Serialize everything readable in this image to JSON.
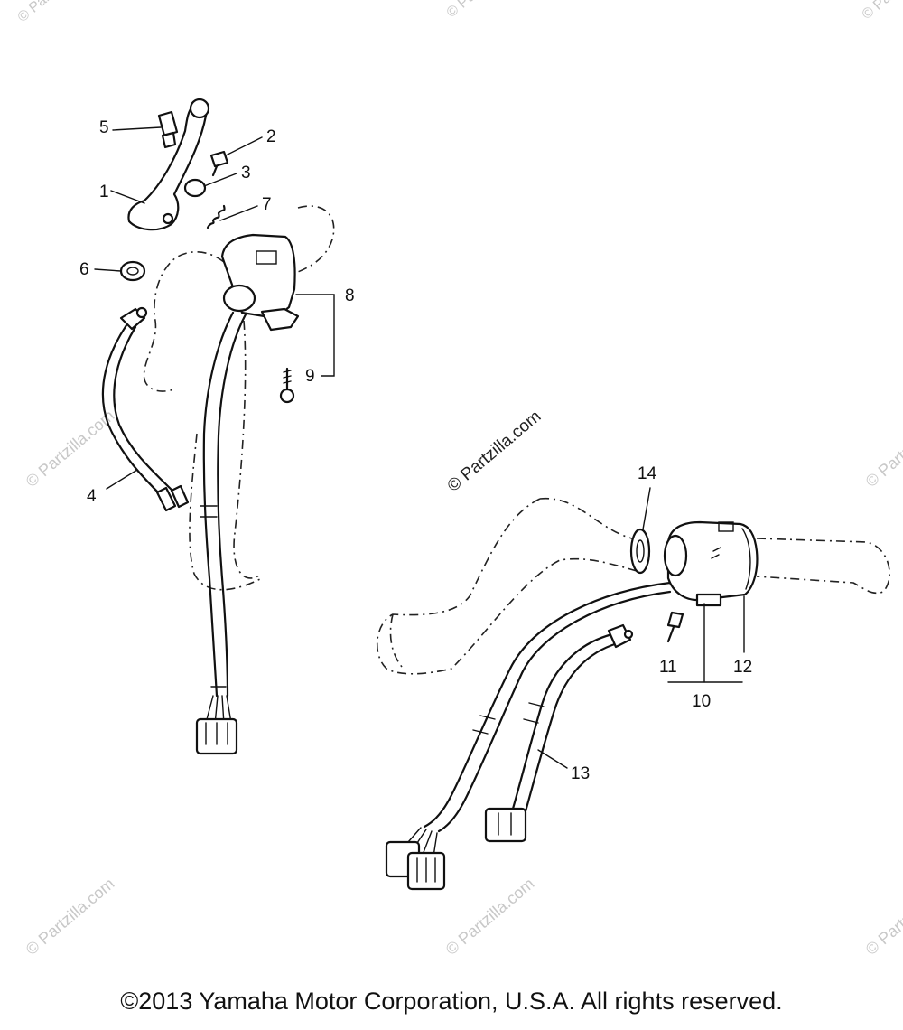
{
  "diagram": {
    "callouts": {
      "p1": "1",
      "p2": "2",
      "p3": "3",
      "p4": "4",
      "p5": "5",
      "p6": "6",
      "p7": "7",
      "p8": "8",
      "p9": "9",
      "p10": "10",
      "p11": "11",
      "p12": "12",
      "p13": "13",
      "p14": "14"
    },
    "watermarks": {
      "center": "© Partzilla.com",
      "faded": "© Partzilla.com"
    }
  },
  "footer": {
    "copyright": "©2013 Yamaha Motor Corporation, U.S.A. All rights reserved."
  }
}
